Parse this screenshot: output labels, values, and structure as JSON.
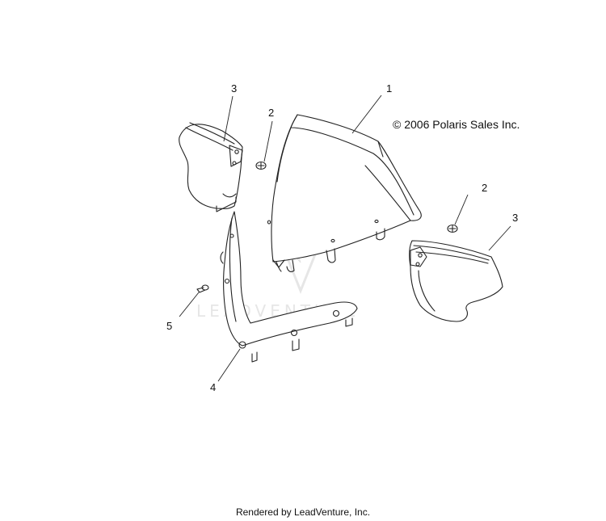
{
  "copyright": "© 2006 Polaris Sales Inc.",
  "footer": "Rendered by LeadVenture, Inc.",
  "watermark": "LEADVENTURE",
  "callouts": {
    "windshield": "1",
    "screw_left": "2",
    "screw_right": "2",
    "deflector_left": "3",
    "deflector_right": "3",
    "trim_strip": "4",
    "push_rivet": "5"
  },
  "colors": {
    "line": "#222222",
    "watermark": "#e6e6e6"
  }
}
